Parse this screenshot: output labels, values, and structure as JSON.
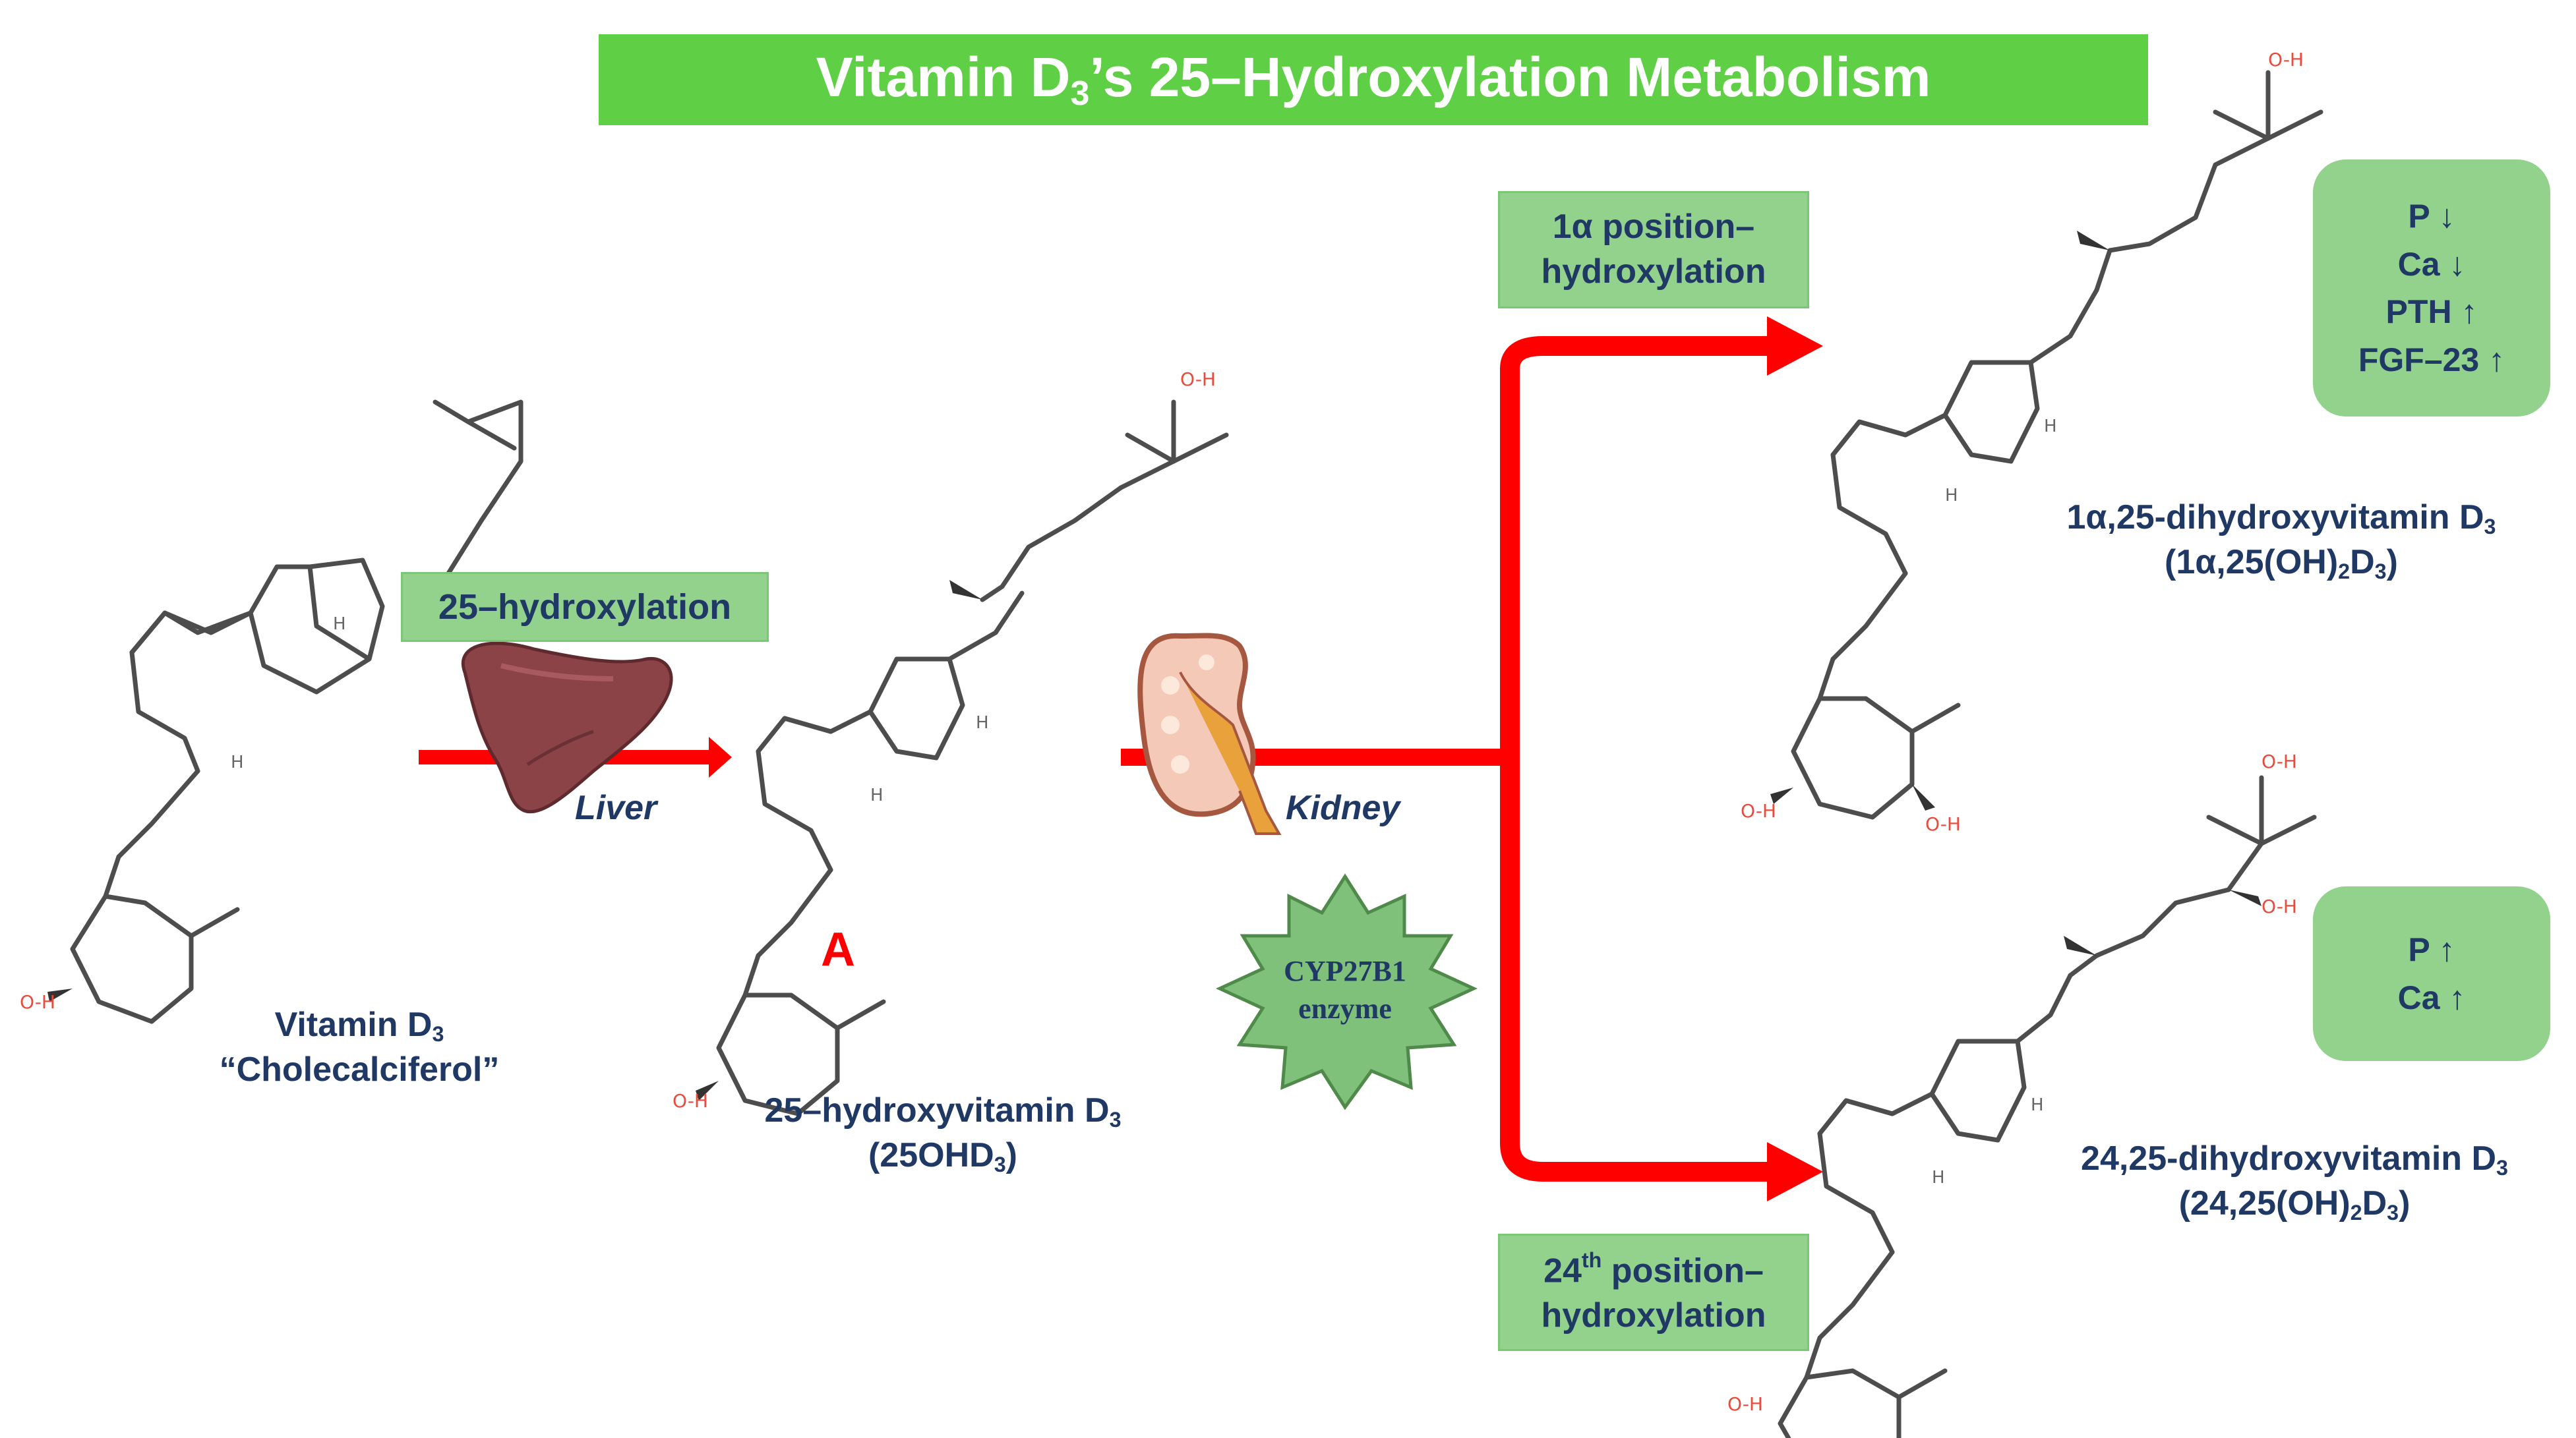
{
  "title": {
    "prefix": "Vitamin D",
    "sub": "3",
    "suffix": "’s 25–Hydroxylation Metabolism"
  },
  "steps": {
    "hydroxylation_25": "25–hydroxylation",
    "alpha_1": {
      "line1": "1α position–",
      "line2": "hydroxylation"
    },
    "pos_24": {
      "sup_prefix": "24",
      "sup": "th",
      "line1_rest": " position–",
      "line2": "hydroxylation"
    }
  },
  "organs": {
    "liver": "Liver",
    "kidney": "Kidney"
  },
  "enzyme": {
    "line1": "CYP27B1",
    "line2": "enzyme"
  },
  "ring_label": "A",
  "compounds": {
    "vitd3": {
      "line1_prefix": "Vitamin D",
      "line1_sub": "3",
      "line2": "“Cholecalciferol”"
    },
    "ohd25": {
      "line1_prefix": "25–hydroxyvitamin D",
      "line1_sub": "3",
      "line2_prefix": "(25OHD",
      "line2_sub": "3",
      "line2_suffix": ")"
    },
    "calcitriol": {
      "line1_prefix": "1α,25-dihydroxyvitamin D",
      "line1_sub": "3",
      "line2_prefix": "(1α,25(OH)",
      "line2_sub1": "2",
      "line2_mid": "D",
      "line2_sub2": "3",
      "line2_suffix": ")"
    },
    "dihydroxy2425": {
      "line1_prefix": "24,25-dihydroxyvitamin D",
      "line1_sub": "3",
      "line2_prefix": "(24,25(OH)",
      "line2_sub1": "2",
      "line2_mid": "D",
      "line2_sub2": "3",
      "line2_suffix": ")"
    }
  },
  "effects": {
    "calcitriol": [
      "P ↓",
      "Ca ↓",
      "PTH ↑",
      "FGF–23 ↑"
    ],
    "dihydroxy2425": [
      "P ↑",
      "Ca ↑"
    ]
  },
  "atoms": {
    "oxygen_hydrogen": "O-H",
    "hydrogen": "H"
  },
  "colors": {
    "title_bg": "#5fcf46",
    "label_bg": "#92d28c",
    "text": "#1f3864",
    "arrow": "#ff0000",
    "oxygen": "#e74c3c"
  }
}
